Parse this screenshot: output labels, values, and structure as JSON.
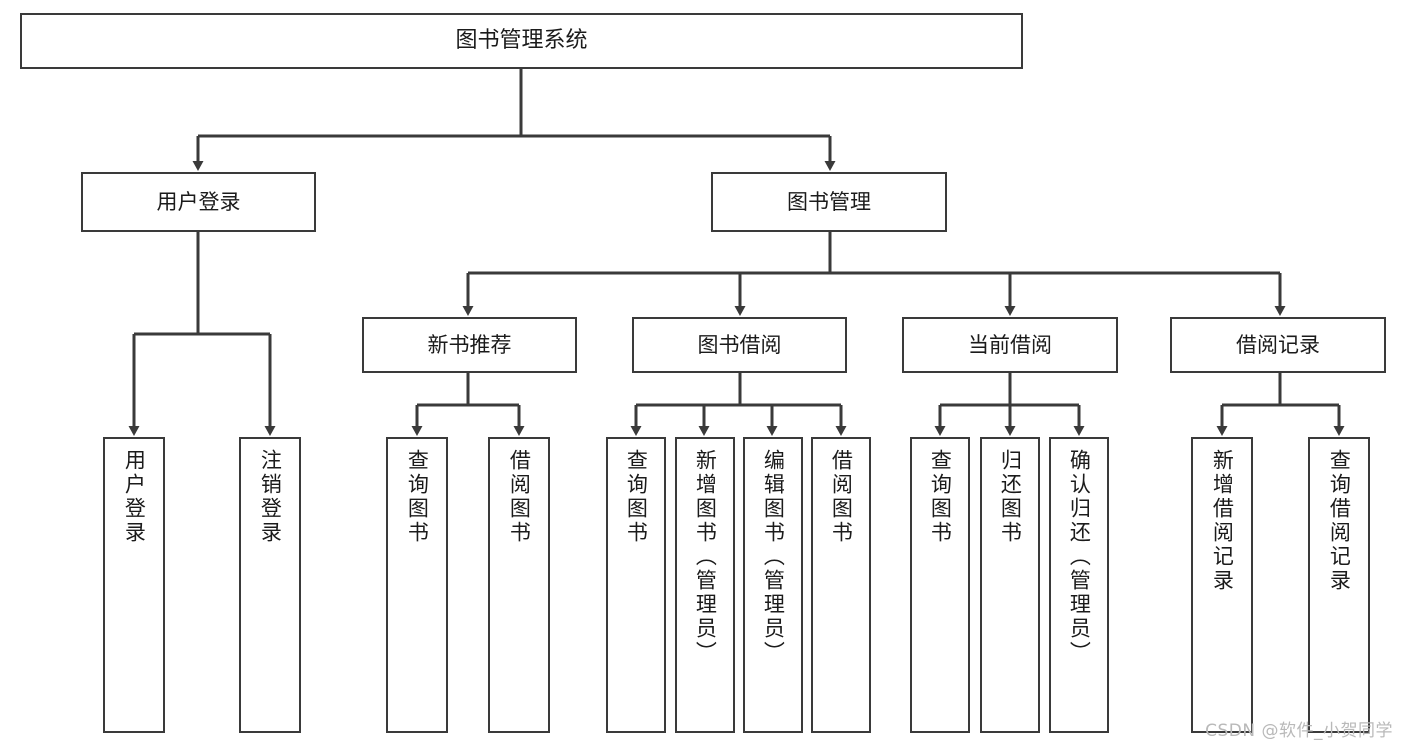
{
  "diagram": {
    "type": "hierarchy-tree",
    "title": "图书管理系统",
    "stroke_color": "#3a3a3a",
    "text_color": "#1b1b1b",
    "background": "#ffffff",
    "watermark": "CSDN @软件_小贺同学",
    "levels": {
      "root": {
        "label": "图书管理系统"
      },
      "level2": [
        {
          "label": "用户登录"
        },
        {
          "label": "图书管理"
        }
      ],
      "level3": [
        {
          "label": "新书推荐"
        },
        {
          "label": "图书借阅"
        },
        {
          "label": "当前借阅"
        },
        {
          "label": "借阅记录"
        }
      ],
      "leaves": {
        "user_login": [
          {
            "label": "用户登录"
          },
          {
            "label": "注销登录"
          }
        ],
        "new_book_recommend": [
          {
            "label": "查询图书"
          },
          {
            "label": "借阅图书"
          }
        ],
        "book_borrow": [
          {
            "label": "查询图书"
          },
          {
            "label": "新增图书（管理员）"
          },
          {
            "label": "编辑图书（管理员）"
          },
          {
            "label": "借阅图书"
          }
        ],
        "current_borrow": [
          {
            "label": "查询图书"
          },
          {
            "label": "归还图书"
          },
          {
            "label": "确认归还（管理员）"
          }
        ],
        "borrow_record": [
          {
            "label": "新增借阅记录"
          },
          {
            "label": "查询借阅记录"
          }
        ]
      }
    }
  }
}
